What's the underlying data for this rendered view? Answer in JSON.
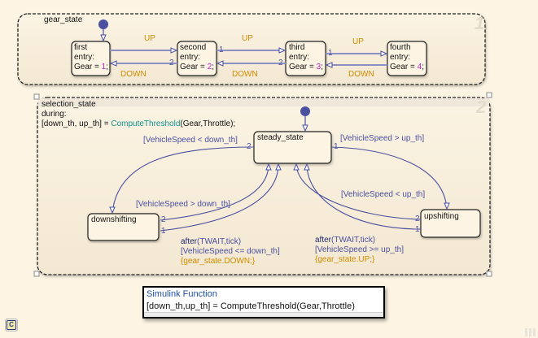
{
  "colors": {
    "canvas_bg": "#fdf4e3",
    "transition_line": "#4a4fa0",
    "event_label": "#d18b00",
    "action_label": "#d18b00",
    "function_call": "#11918d",
    "entry_value": "#c020c0",
    "junction": "#4a4fa0"
  },
  "gear_state": {
    "name": "gear_state",
    "order_badge": "1",
    "states": [
      {
        "name": "first",
        "entry": "entry:",
        "action_prefix": "Gear = ",
        "value": "1",
        "suffix": ";"
      },
      {
        "name": "second",
        "entry": "entry:",
        "action_prefix": "Gear = ",
        "value": "2",
        "suffix": ";"
      },
      {
        "name": "third",
        "entry": "entry:",
        "action_prefix": "Gear = ",
        "value": "3",
        "suffix": ";"
      },
      {
        "name": "fourth",
        "entry": "entry:",
        "action_prefix": "Gear = ",
        "value": "4",
        "suffix": ";"
      }
    ],
    "transitions": {
      "up_label": "UP",
      "down_label": "DOWN",
      "priority_1": "1",
      "priority_2": "2"
    }
  },
  "selection_state": {
    "name": "selection_state",
    "order_badge": "2",
    "during_label": "during:",
    "during_action_prefix": "[down_th, up_th] = ",
    "during_function": "ComputeThreshold",
    "during_action_suffix": "(Gear,Throttle);",
    "states": {
      "steady": "steady_state",
      "down": "downshifting",
      "up": "upshifting"
    },
    "transitions": {
      "steady_to_down": "[VehicleSpeed < down_th]",
      "steady_to_up": "[VehicleSpeed > up_th]",
      "down_to_steady": "[VehicleSpeed > down_th]",
      "up_to_steady": "[VehicleSpeed < up_th]",
      "down_after_fn": "after",
      "down_after_args": "(TWAIT,tick)",
      "down_after_guard": "[VehicleSpeed <= down_th]",
      "down_after_action": "{gear_state.DOWN;}",
      "up_after_fn": "after",
      "up_after_args": "(TWAIT,tick)",
      "up_after_guard": "[VehicleSpeed >= up_th]",
      "up_after_action": "{gear_state.UP;}",
      "priority_1": "1",
      "priority_2": "2"
    }
  },
  "simulink_function": {
    "title": "Simulink Function",
    "signature": "[down_th,up_th] = ComputeThreshold(Gear,Throttle)"
  },
  "toolbar": {
    "chart_button_label": "C"
  }
}
